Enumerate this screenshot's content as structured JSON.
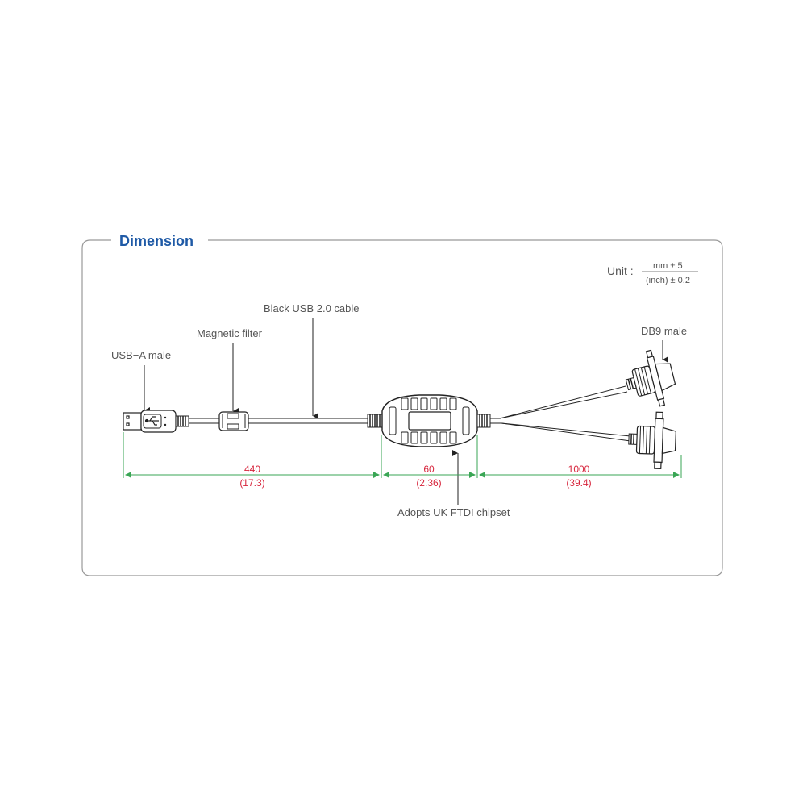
{
  "panel": {
    "title": "Dimension",
    "title_color": "#1f5aa6",
    "border_color": "#999999"
  },
  "unit": {
    "label": "Unit :",
    "numerator": "mm ± 5",
    "denominator": "(inch) ± 0.2"
  },
  "labels": {
    "usb_a": "USB−A male",
    "magnetic_filter": "Magnetic filter",
    "cable": "Black USB 2.0 cable",
    "db9": "DB9 male",
    "chipset": "Adopts UK FTDI chipset"
  },
  "dimensions": [
    {
      "value": "440",
      "inch": "(17.3)"
    },
    {
      "value": "60",
      "inch": "(2.36)"
    },
    {
      "value": "1000",
      "inch": "(39.4)"
    }
  ],
  "colors": {
    "dimension_line": "#3aa655",
    "dimension_text": "#d7263d",
    "outline": "#222222"
  }
}
